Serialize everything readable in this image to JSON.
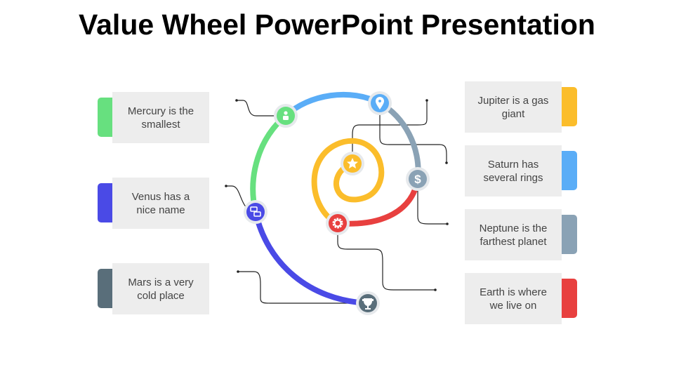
{
  "title": "Value Wheel PowerPoint Presentation",
  "left_items": [
    {
      "text": "Mercury is the smallest",
      "color": "#67e07f",
      "icon": "user-icon"
    },
    {
      "text": "Venus has a nice name",
      "color": "#4a4ae6",
      "icon": "chat-icon"
    },
    {
      "text": "Mars is a very cold place",
      "color": "#596e7a",
      "icon": "trophy-icon"
    }
  ],
  "right_items": [
    {
      "text": "Jupiter is a gas giant",
      "color": "#fbbd2b",
      "icon": "star-icon"
    },
    {
      "text": "Saturn has several rings",
      "color": "#5aadf7",
      "icon": "location-pin-icon"
    },
    {
      "text": "Neptune is the farthest planet",
      "color": "#8aa2b5",
      "icon": "dollar-icon"
    },
    {
      "text": "Earth is where we live on",
      "color": "#e8403f",
      "icon": "gear-icon"
    }
  ]
}
